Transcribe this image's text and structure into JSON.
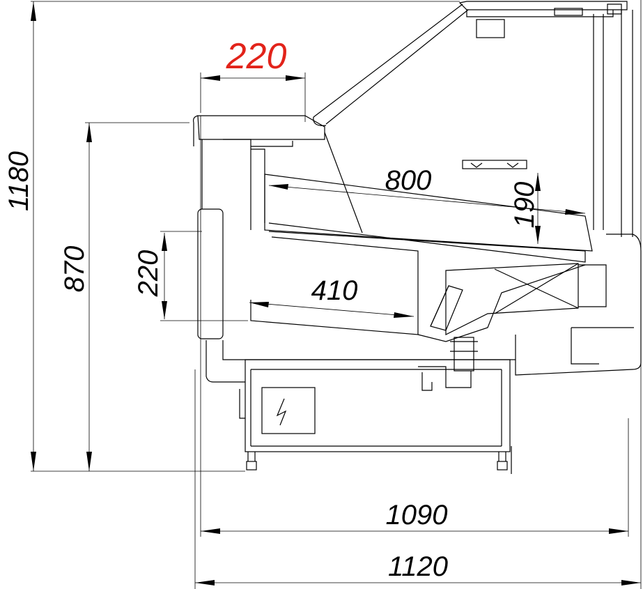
{
  "dimensions": {
    "height_total": "1180",
    "height_counter": "870",
    "depth_overall": "1120",
    "depth_body": "1090",
    "top_shelf": "220",
    "front_panel": "220",
    "shelf_depth": "800",
    "shelf_height": "190",
    "base_depth": "410"
  },
  "colors": {
    "highlight": "#e2231a",
    "line": "#000000",
    "background": "#ffffff"
  },
  "symbols": {
    "electric": "lightning-symbol"
  }
}
